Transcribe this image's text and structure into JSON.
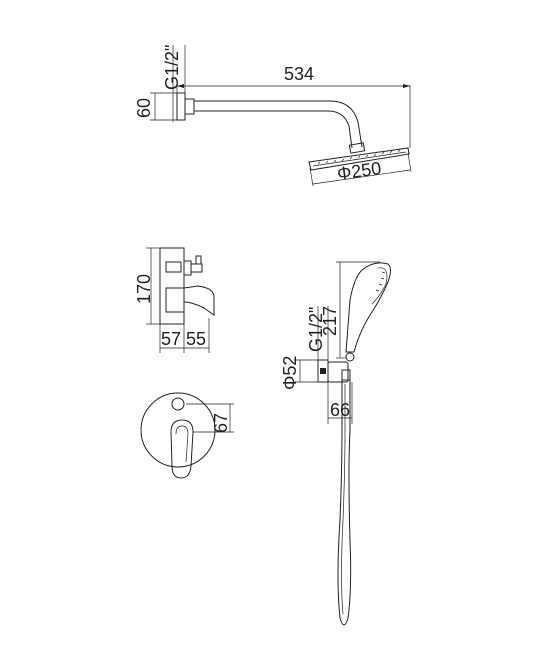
{
  "labels": {
    "head_thread": "G1/2\"",
    "arm_length": "534",
    "flange_height": "60",
    "head_diameter": "Φ250",
    "valve_height": "170",
    "valve_depth_a": "57",
    "valve_depth_b": "55",
    "plate_offset": "67",
    "handle_length": "217",
    "outlet_thread": "G1/2\"",
    "outlet_diameter": "Φ52",
    "outlet_depth": "66"
  },
  "colors": {
    "line": "#231f20",
    "background": "#ffffff"
  }
}
